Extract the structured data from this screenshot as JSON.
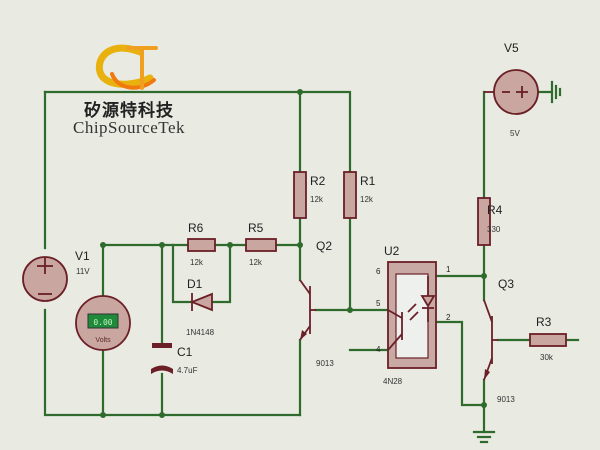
{
  "logo": {
    "cn_text": "矽源特科技",
    "en_text": "ChipSourceTek",
    "colors": {
      "gold": "#e8b10d",
      "orange": "#f07a10"
    }
  },
  "components": {
    "v1": {
      "ref": "V1",
      "value": "11V"
    },
    "v5": {
      "ref": "V5",
      "value": "5V"
    },
    "voltmeter": {
      "display": "0.00",
      "unit": "Volts"
    },
    "r1": {
      "ref": "R1",
      "value": "12k"
    },
    "r2": {
      "ref": "R2",
      "value": "12k"
    },
    "r3": {
      "ref": "R3",
      "value": "30k"
    },
    "r4": {
      "ref": "R4",
      "value": "330"
    },
    "r5": {
      "ref": "R5",
      "value": "12k"
    },
    "r6": {
      "ref": "R6",
      "value": "12k"
    },
    "d1": {
      "ref": "D1",
      "value": "1N4148"
    },
    "c1": {
      "ref": "C1",
      "value": "4.7uF"
    },
    "q2": {
      "ref": "Q2",
      "value": "9013"
    },
    "q3": {
      "ref": "Q3",
      "value": "9013"
    },
    "u2": {
      "ref": "U2",
      "value": "4N28",
      "pins": [
        "1",
        "2",
        "4",
        "5",
        "6"
      ]
    }
  },
  "colors": {
    "wire": "#2f6b2c",
    "part_outline": "#6b1f27",
    "part_fill": "#caa6a0",
    "background": "#e9eae2"
  }
}
